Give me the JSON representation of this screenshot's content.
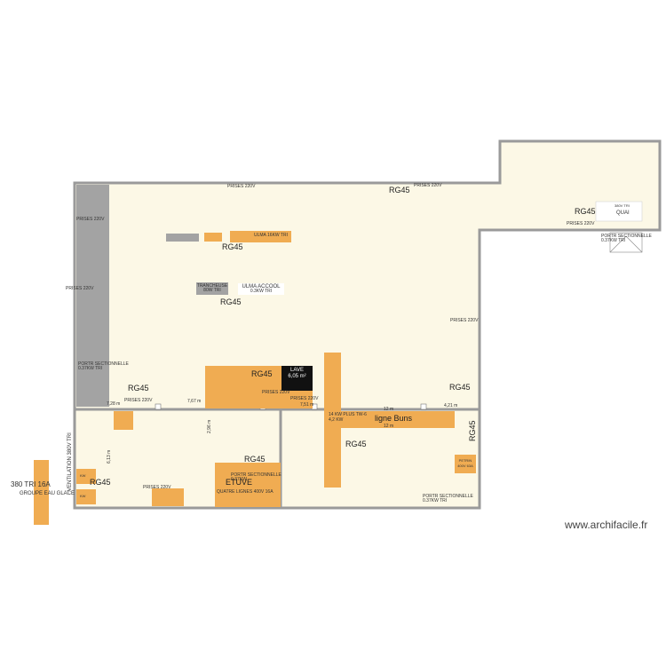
{
  "plan": {
    "labels": {
      "rg45": "RG45",
      "quai": "QUAI",
      "prises_220": "PRISES 220V",
      "portr_sect": "PORTR SECTIONNELLE",
      "kw_037_tri": "0.37KW TRI",
      "ulma_16kw": "ULMA 16KW TRI",
      "ulma_accool": "ULMA ACCOOL",
      "ulma_accool_kw": "0.3KW TRI",
      "trancheuse": "TRANCHEUSE",
      "trancheuse_kw": "80W TRI",
      "lave": "LAVE",
      "lave_area": "6,05 m²",
      "ligne_buns": "ligne Buns",
      "kw_plus_tw": "14 KW PLUS TW-6",
      "kw_42": "4,2 KW",
      "etuve": "ETUVE",
      "quatre_lignes": "QUATRE LIGNES 400V 16A",
      "ventilation": "VENTILATION 380V TRI",
      "tri_16a": "380 TRI 16A",
      "groupe_eau": "GROUPE EAU GLACE",
      "quai_power": "380V TRI",
      "petrin": "PETRIN",
      "petrin_power": "400V 63A",
      "etuve_kw": "0.37KW",
      "kw_unit": "KW",
      "dim_728": "7,28 m",
      "dim_767": "7,67 m",
      "dim_751": "7,51 m",
      "dim_421": "4,21 m",
      "dim_12a": "12 m",
      "dim_12b": "12 m",
      "dim_296": "2,96 m",
      "dim_613": "6,13 m"
    },
    "site": "www.archifacile.fr",
    "colors": {
      "floor": "#fcf8e6",
      "wall": "#9a9a9a",
      "equipment": "#f0ac52",
      "grey_block": "#a3a3a3",
      "dark_block": "#111111"
    }
  }
}
